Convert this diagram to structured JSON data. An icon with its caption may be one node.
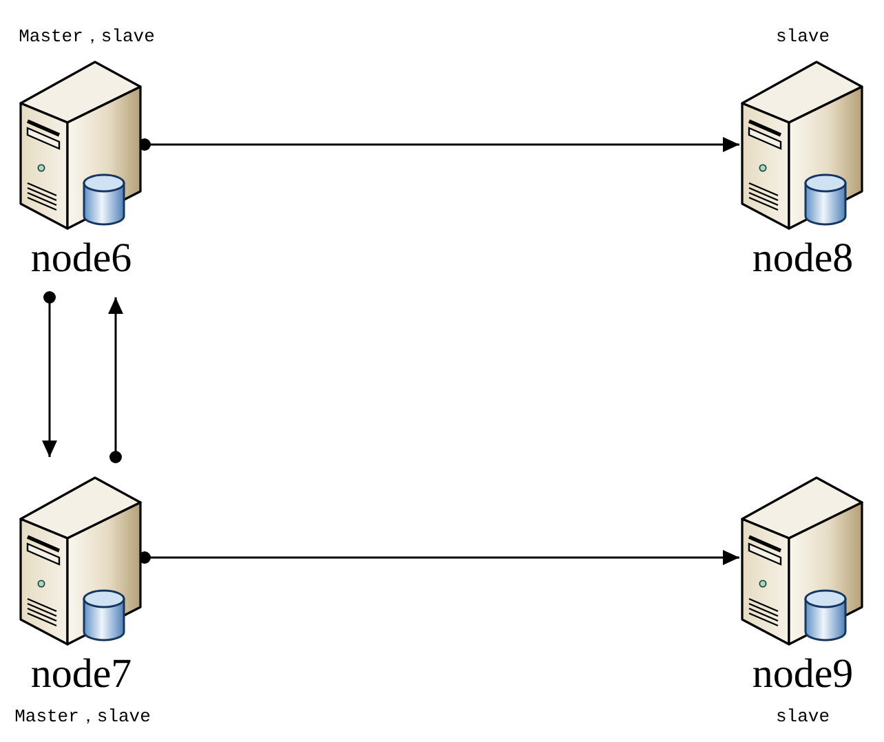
{
  "diagram": {
    "nodes": [
      {
        "text": [
          "node6"
        ],
        "beside": [
          "Master，slave"
        ]
      },
      {
        "text": [
          "node8"
        ],
        "beside": [
          "slave"
        ]
      },
      {
        "text": [
          "node7"
        ],
        "beside": [
          "Master，slave"
        ]
      },
      {
        "text": [
          "node9"
        ],
        "beside": [
          "slave"
        ]
      }
    ],
    "edges": [
      {
        "from": 0,
        "to": 1,
        "arrow": "to"
      },
      {
        "from": 0,
        "to": 2,
        "arrow": "to"
      },
      {
        "from": 2,
        "to": 0,
        "arrow": "to"
      },
      {
        "from": 2,
        "to": 3,
        "arrow": "to"
      }
    ]
  }
}
